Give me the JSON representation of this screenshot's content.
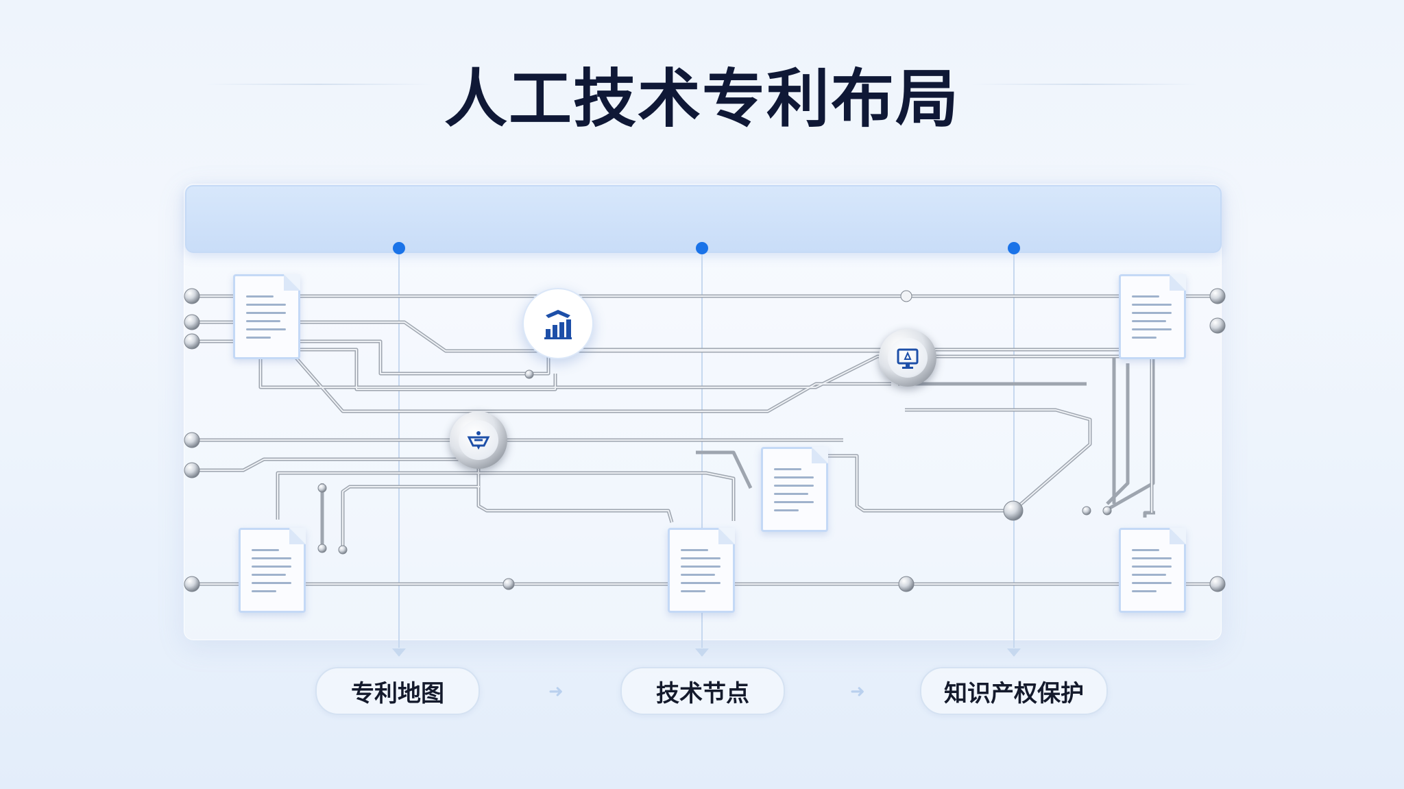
{
  "title": "人工技术专利布局",
  "header_band": {
    "faint_labels": [
      "",
      "",
      "",
      "",
      ""
    ]
  },
  "stages": [
    {
      "label": "专利地图"
    },
    {
      "label": "技术节点"
    },
    {
      "label": "知识产权保护"
    }
  ],
  "icons": {
    "hub_top": "bar-chart-icon",
    "hub_left": "filter-icon",
    "hub_right": "monitor-icon",
    "document": "document-icon"
  },
  "colors": {
    "accent": "#1a73e8",
    "title": "#0f1836",
    "wire": "#aeb4bd"
  }
}
